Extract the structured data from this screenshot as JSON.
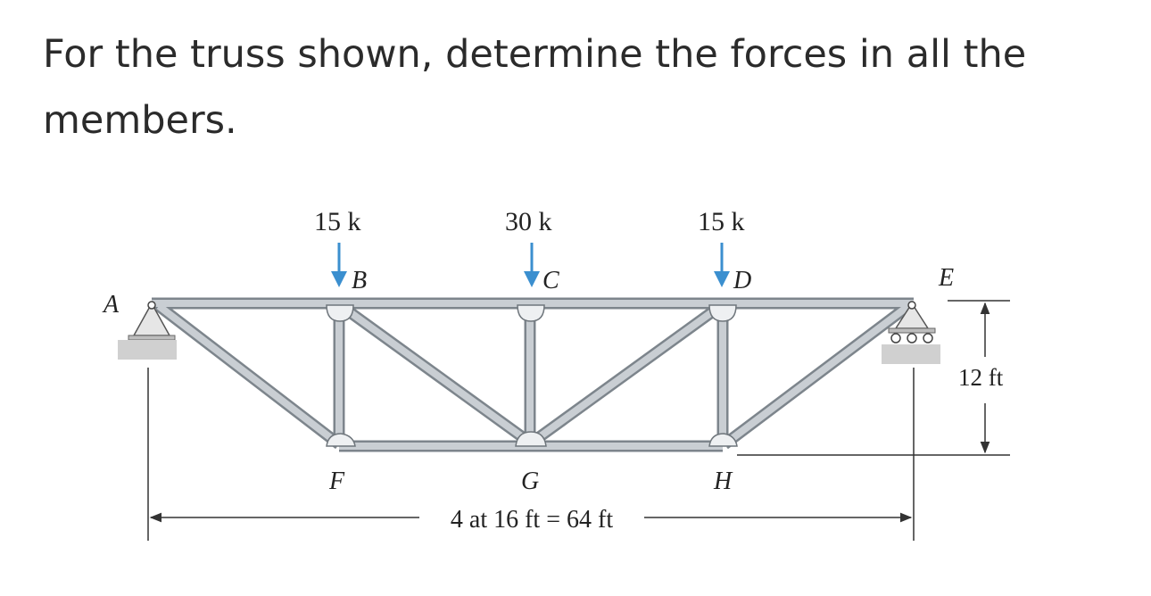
{
  "question": {
    "text": "For the truss shown, determine the forces in all the members."
  },
  "truss": {
    "loads": [
      {
        "joint": "B",
        "label": "15 k"
      },
      {
        "joint": "C",
        "label": "30 k"
      },
      {
        "joint": "D",
        "label": "15 k"
      }
    ],
    "joints": {
      "A": "A",
      "B": "B",
      "C": "C",
      "D": "D",
      "E": "E",
      "F": "F",
      "G": "G",
      "H": "H"
    },
    "dimensions": {
      "height": "12 ft",
      "span": "4 at 16 ft = 64 ft"
    },
    "colors": {
      "member": "#c9ced3",
      "member_outline": "#7d858c",
      "load_arrow": "#3b8fcf",
      "support_base": "#d0d0d0"
    }
  }
}
